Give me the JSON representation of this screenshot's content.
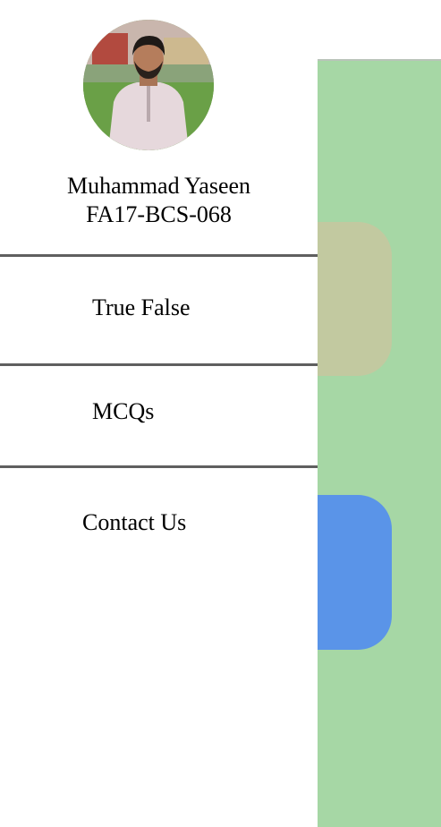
{
  "profile": {
    "name": "Muhammad Yaseen",
    "id": "FA17-BCS-068"
  },
  "menu": {
    "items": [
      {
        "label": "True False"
      },
      {
        "label": "MCQs"
      },
      {
        "label": "Contact Us"
      }
    ]
  },
  "colors": {
    "background_content": "#a6d7a5",
    "card_tan": "#c2c9a0",
    "card_blue": "#5a94e8",
    "divider": "#5f5f5f"
  }
}
